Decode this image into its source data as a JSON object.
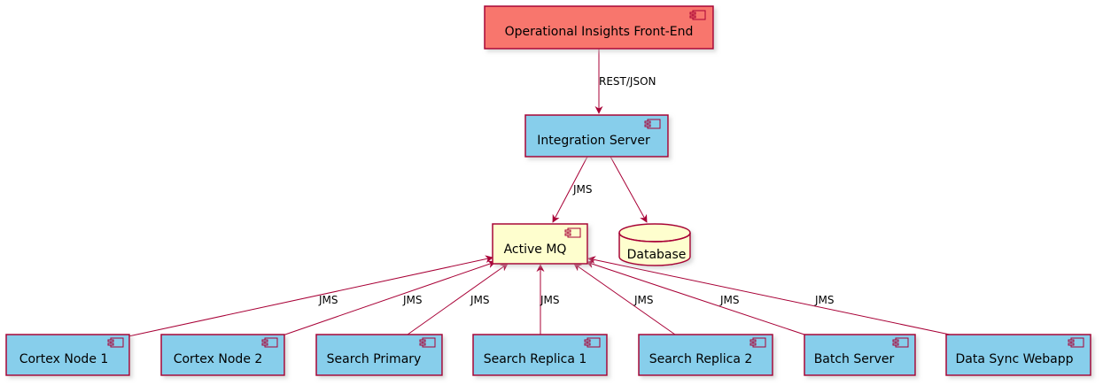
{
  "colors": {
    "frontend_fill": "#F8766D",
    "component_fill": "#87CEEB",
    "broker_fill": "#FEFECE",
    "database_fill": "#FEFECE",
    "stroke": "#A80036"
  },
  "nodes": {
    "frontend": {
      "label": "Operational Insights Front-End",
      "icon": "component-icon"
    },
    "integration": {
      "label": "Integration Server",
      "icon": "component-icon"
    },
    "activemq": {
      "label": "Active MQ",
      "icon": "component-icon"
    },
    "database": {
      "label": "Database",
      "icon": "database-cylinder"
    },
    "cortex1": {
      "label": "Cortex Node 1",
      "icon": "component-icon"
    },
    "cortex2": {
      "label": "Cortex Node 2",
      "icon": "component-icon"
    },
    "search_primary": {
      "label": "Search Primary",
      "icon": "component-icon"
    },
    "search_replica1": {
      "label": "Search Replica 1",
      "icon": "component-icon"
    },
    "search_replica2": {
      "label": "Search Replica 2",
      "icon": "component-icon"
    },
    "batch": {
      "label": "Batch Server",
      "icon": "component-icon"
    },
    "datasync": {
      "label": "Data Sync Webapp",
      "icon": "component-icon"
    }
  },
  "edges": {
    "frontend_integration": "REST/JSON",
    "integration_activemq": "JMS",
    "integration_database": "",
    "cortex1_activemq": "JMS",
    "cortex2_activemq": "JMS",
    "search_primary_activemq": "JMS",
    "search_replica1_activemq": "JMS",
    "search_replica2_activemq": "JMS",
    "batch_activemq": "JMS",
    "datasync_activemq": "JMS"
  }
}
